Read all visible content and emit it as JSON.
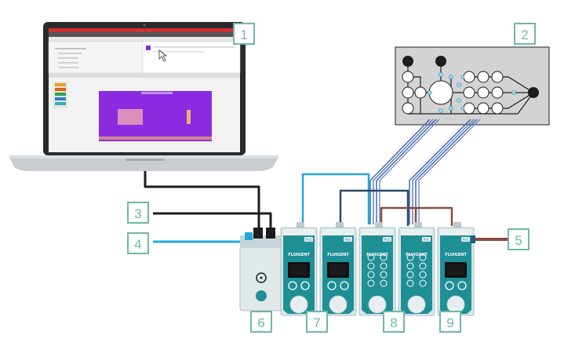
{
  "colors": {
    "label_teal": "#6fb8a6",
    "module_body": "#1f8f96",
    "module_light": "#d7e6e8",
    "chip_gray": "#d3d3d3",
    "cable_black": "#1d1d1d",
    "cable_blue": "#22a8d8",
    "cable_navy": "#2c4a6a",
    "cable_brown": "#8a4a3c",
    "screen_purple": "#8a2be2"
  },
  "labels": [
    "1",
    "2",
    "3",
    "4",
    "5",
    "6",
    "7",
    "8",
    "9"
  ],
  "module": {
    "brand": "FLUIGENT",
    "badge": "PnG"
  },
  "icons": {
    "laptop": "laptop-icon",
    "chip": "microfluidic-chip-icon",
    "hub": "usb-hub-icon",
    "fan": "fan-icon"
  }
}
